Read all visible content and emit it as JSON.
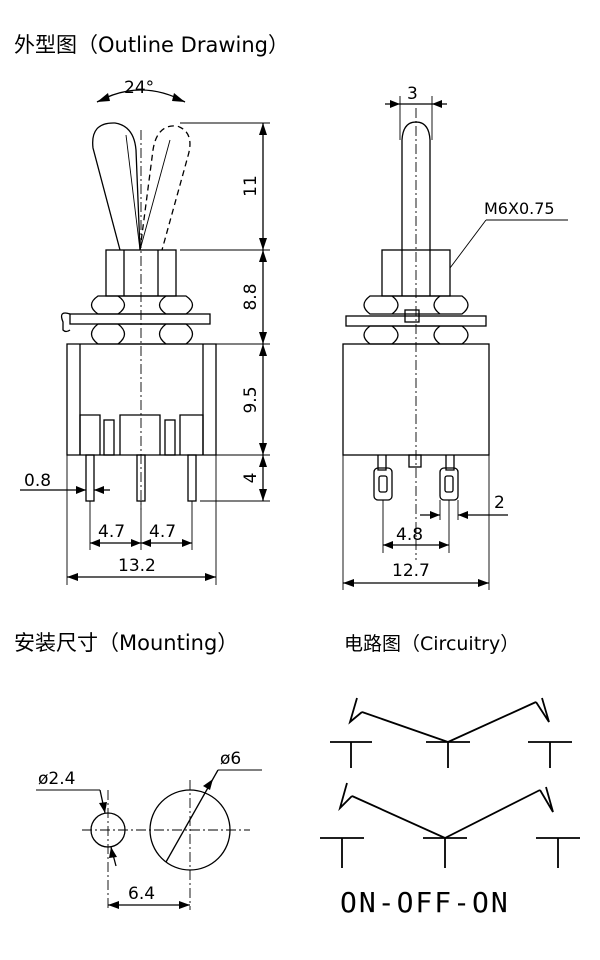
{
  "sections": {
    "outline_title": "外型图（Outline Drawing）",
    "mounting_title": "安装尺寸（Mounting）",
    "circuitry_title": "电路图（Circuitry）"
  },
  "outline": {
    "angle": "24°",
    "lever_height": "11",
    "bushing_height": "8.8",
    "body_height": "9.5",
    "pin_length": "4",
    "pin_width": "0.8",
    "pin_pitch_left": "4.7",
    "pin_pitch_right": "4.7",
    "body_width_front": "13.2",
    "lever_width": "3",
    "thread": "M6X0.75",
    "terminal_gap": "2",
    "terminal_pitch": "4.8",
    "body_width_side": "12.7"
  },
  "mounting": {
    "small_hole": "ø2.4",
    "large_hole": "ø6",
    "hole_spacing": "6.4"
  },
  "circuitry": {
    "mode": "ON-OFF-ON"
  }
}
